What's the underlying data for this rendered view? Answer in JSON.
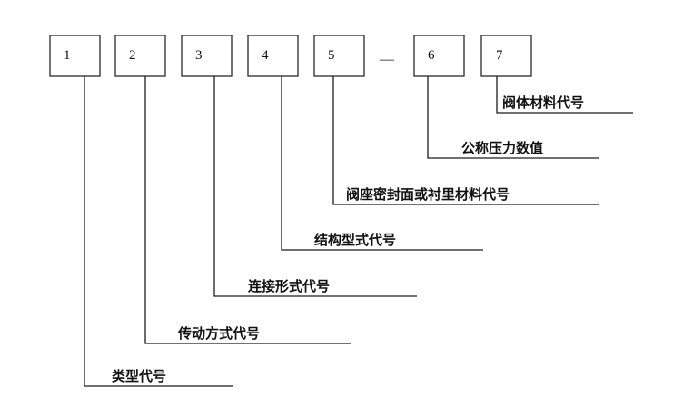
{
  "code": {
    "positions": [
      "1",
      "2",
      "3",
      "4",
      "5",
      "6",
      "7"
    ],
    "separator": "—"
  },
  "labels": [
    "类型代号",
    "传动方式代号",
    "连接形式代号",
    "结构型式代号",
    "阀座密封面或衬里材料代号",
    "公称压力数值",
    "阀体材料代号"
  ]
}
